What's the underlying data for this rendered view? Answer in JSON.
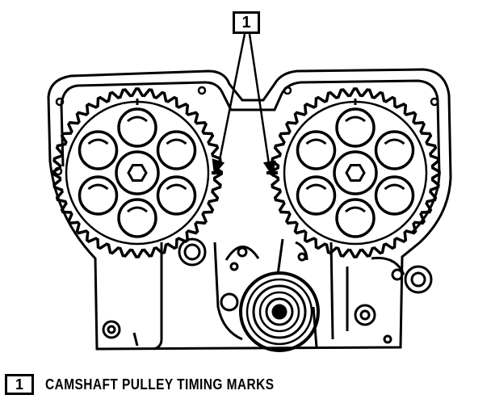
{
  "callout": {
    "number": "1"
  },
  "legend": {
    "number": "1",
    "text": "CAMSHAFT PULLEY TIMING MARKS"
  },
  "pulleys": [
    {
      "id": "left-camshaft-pulley",
      "teeth": 40
    },
    {
      "id": "right-camshaft-pulley",
      "teeth": 40
    }
  ],
  "colors": {
    "ink": "#000000",
    "paper": "#ffffff"
  }
}
